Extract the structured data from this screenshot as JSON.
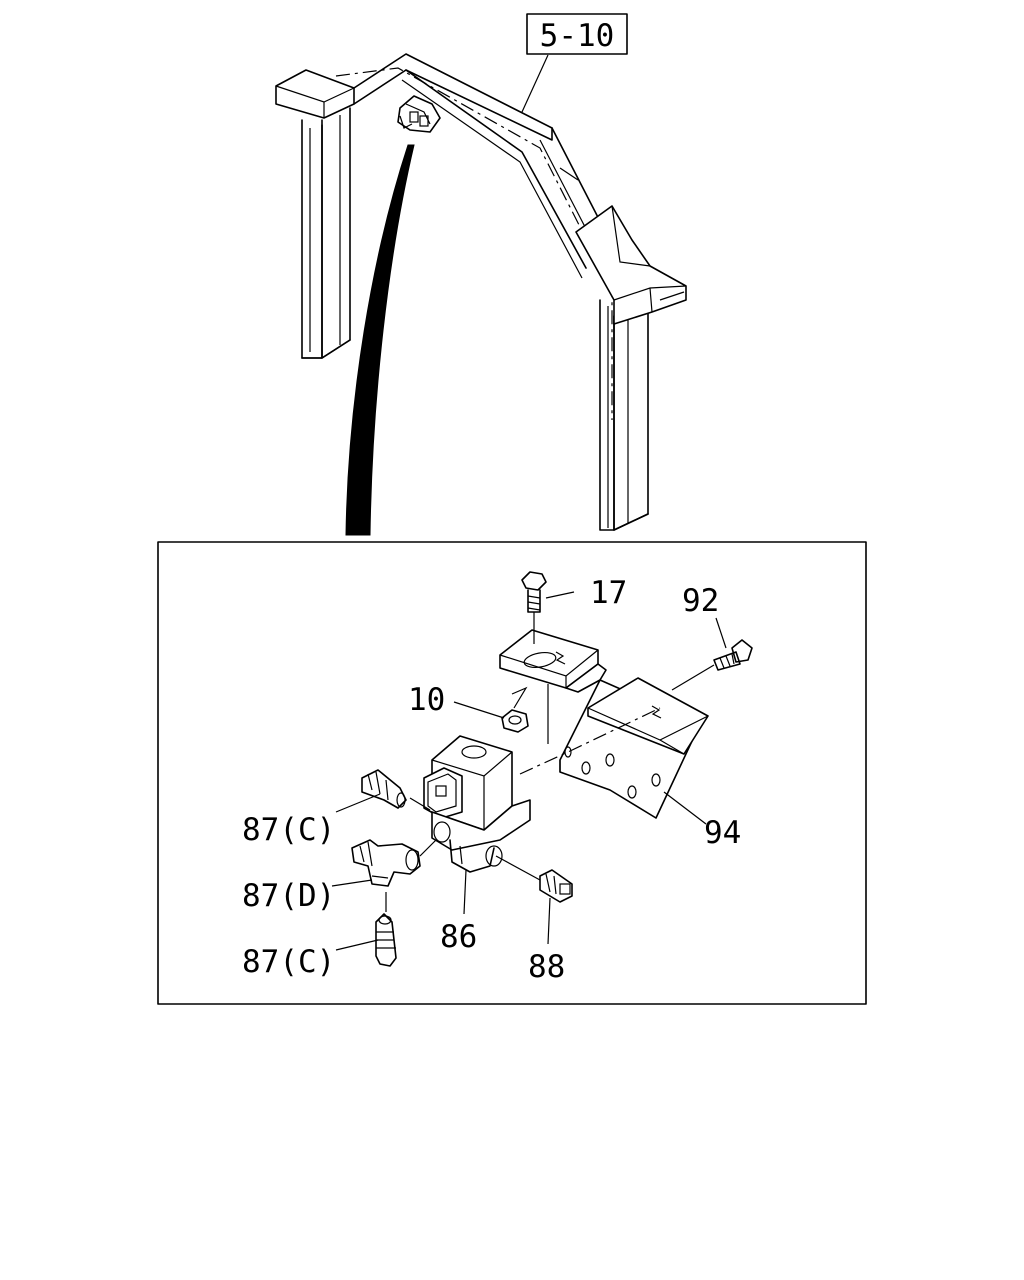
{
  "reference": {
    "label": "5-10"
  },
  "callouts": [
    {
      "id": "c17",
      "text": "17"
    },
    {
      "id": "c92",
      "text": "92"
    },
    {
      "id": "c10",
      "text": "10"
    },
    {
      "id": "c94",
      "text": "94"
    },
    {
      "id": "c87c_top",
      "text": "87(C)"
    },
    {
      "id": "c87d",
      "text": "87(D)"
    },
    {
      "id": "c86",
      "text": "86"
    },
    {
      "id": "c87c_bottom",
      "text": "87(C)"
    },
    {
      "id": "c88",
      "text": "88"
    }
  ]
}
